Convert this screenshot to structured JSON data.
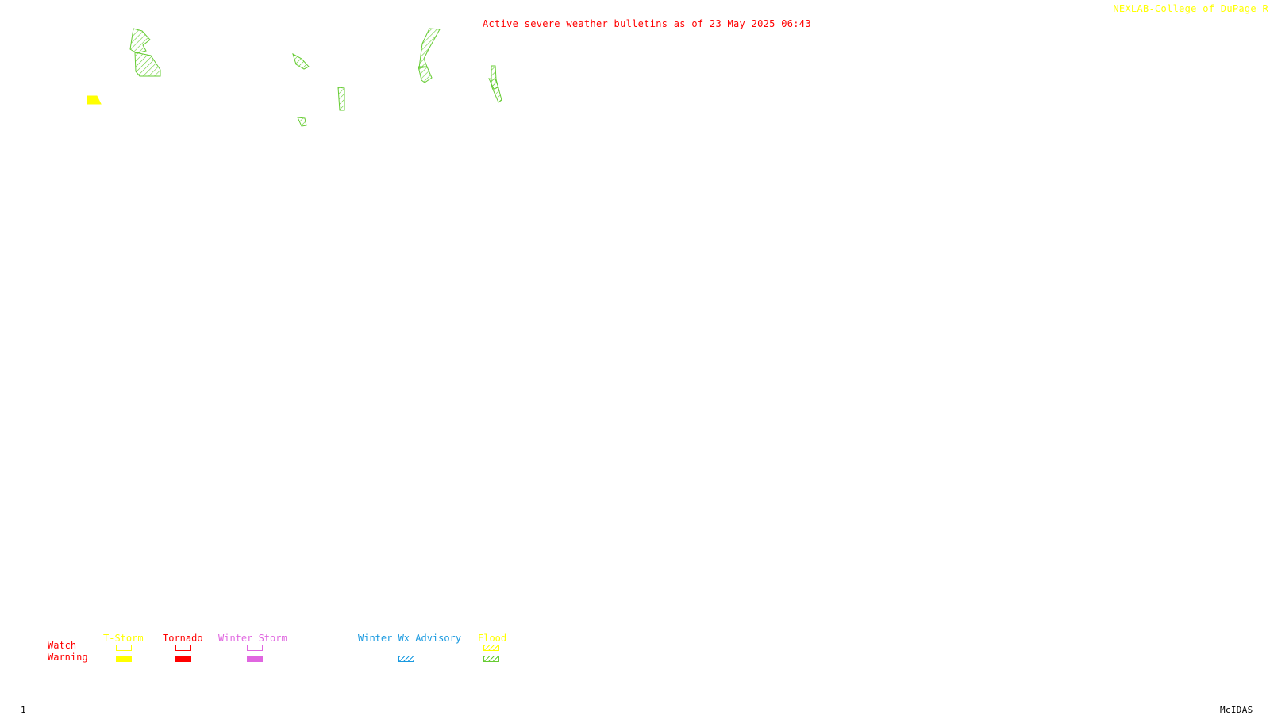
{
  "header": {
    "title": "Active severe weather bulletins as of 23 May 2025 06:43",
    "credit": "NEXLAB-College of DuPage R"
  },
  "footer": {
    "frame_number": "1",
    "software": "McIDAS"
  },
  "colors": {
    "title": "#ff0000",
    "credit": "#ffff00",
    "tstorm": "#ffff00",
    "tornado": "#ff0000",
    "winter_storm": "#e066e0",
    "winter_advisory": "#1a9ae0",
    "flood": "#66cc33"
  },
  "legend": {
    "row_labels": {
      "watch": "Watch",
      "warning": "Warning"
    },
    "categories": [
      {
        "key": "tstorm",
        "label": "T-Storm",
        "watch": "outline",
        "warning": "solid"
      },
      {
        "key": "tornado",
        "label": "Tornado",
        "watch": "outline",
        "warning": "solid"
      },
      {
        "key": "winter_storm",
        "label": "Winter Storm",
        "watch": "outline",
        "warning": "solid"
      },
      {
        "key": "winter_advisory",
        "label": "Winter Wx Advisory",
        "watch": "none",
        "warning": "hatch"
      },
      {
        "key": "flood",
        "label": "Flood",
        "watch": "hatch",
        "warning": "hatch"
      }
    ]
  },
  "alerts": [
    {
      "type": "flood",
      "level": "warning"
    },
    {
      "type": "flood",
      "level": "warning"
    },
    {
      "type": "flood",
      "level": "warning"
    },
    {
      "type": "flood",
      "level": "warning"
    },
    {
      "type": "flood",
      "level": "warning"
    },
    {
      "type": "flood",
      "level": "warning"
    },
    {
      "type": "flood",
      "level": "warning"
    },
    {
      "type": "flood",
      "level": "warning"
    },
    {
      "type": "flood",
      "level": "warning"
    },
    {
      "type": "tstorm",
      "level": "warning"
    }
  ]
}
